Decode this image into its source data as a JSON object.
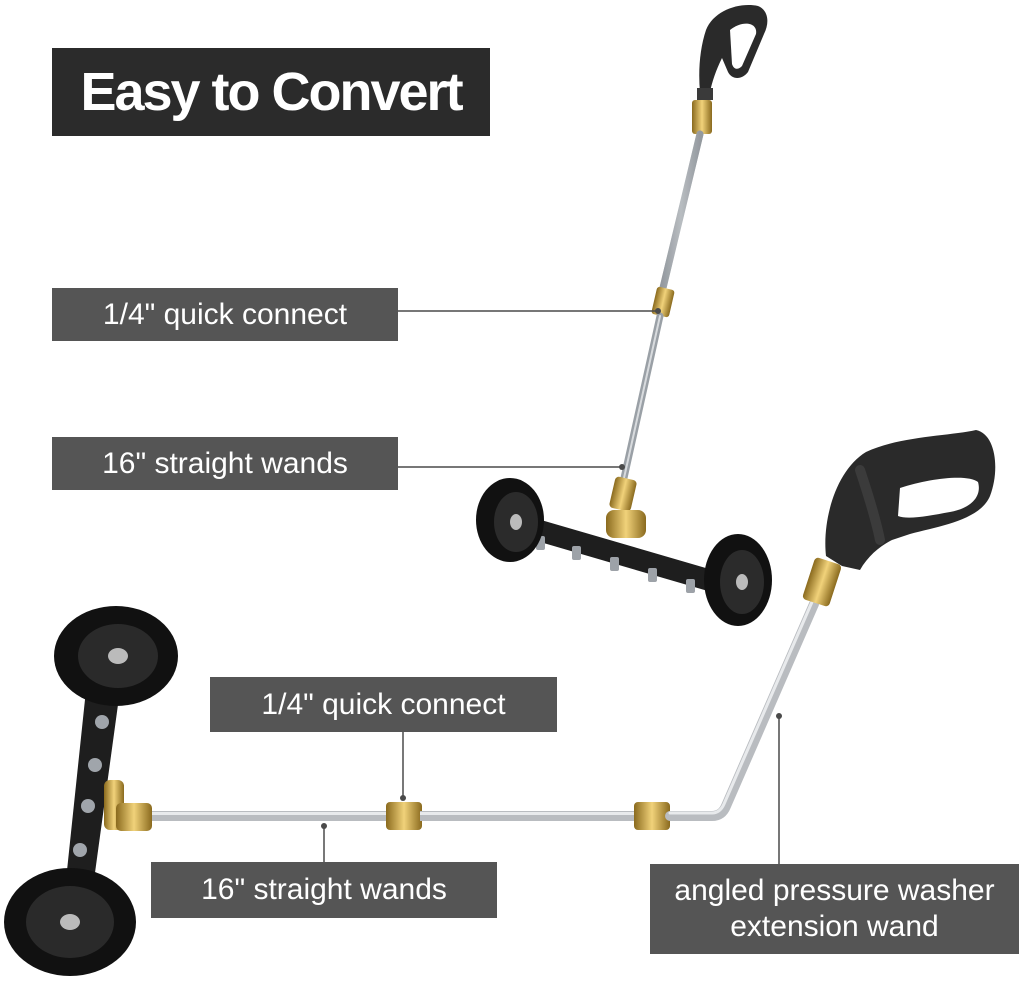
{
  "title": "Easy to Convert",
  "labels": {
    "quick_connect_top": "1/4\" quick connect",
    "straight_wands_top": "16\" straight wands",
    "quick_connect_bottom": "1/4\" quick connect",
    "straight_wands_bottom": "16\" straight wands",
    "angled_wand_line1": "angled pressure washer",
    "angled_wand_line2": "extension wand"
  },
  "colors": {
    "title_bg": "#2b2b2b",
    "label_bg": "#555555",
    "brass": "#c9a13a",
    "steel": "#b9bcc0",
    "rubber": "#1a1a1a"
  }
}
